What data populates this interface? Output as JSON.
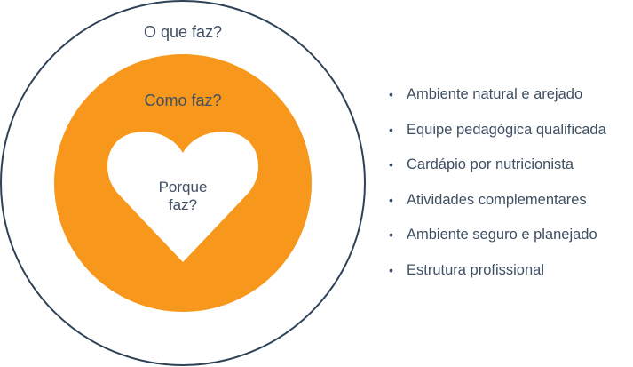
{
  "diagram": {
    "outer_label": "O que faz?",
    "middle_label": "Como faz?",
    "inner_label_line1": "Porque",
    "inner_label_line2": "faz?",
    "colors": {
      "outer_ring_stroke": "#2f4257",
      "middle_circle_fill": "#f7981d",
      "heart_fill": "#ffffff",
      "text": "#3f4f63"
    }
  },
  "features": {
    "bullet_symbol": "•",
    "items": [
      "Ambiente natural e arejado",
      "Equipe pedagógica qualificada",
      "Cardápio por nutricionista",
      "Atividades complementares",
      "Ambiente seguro e planejado",
      "Estrutura profissional"
    ]
  }
}
